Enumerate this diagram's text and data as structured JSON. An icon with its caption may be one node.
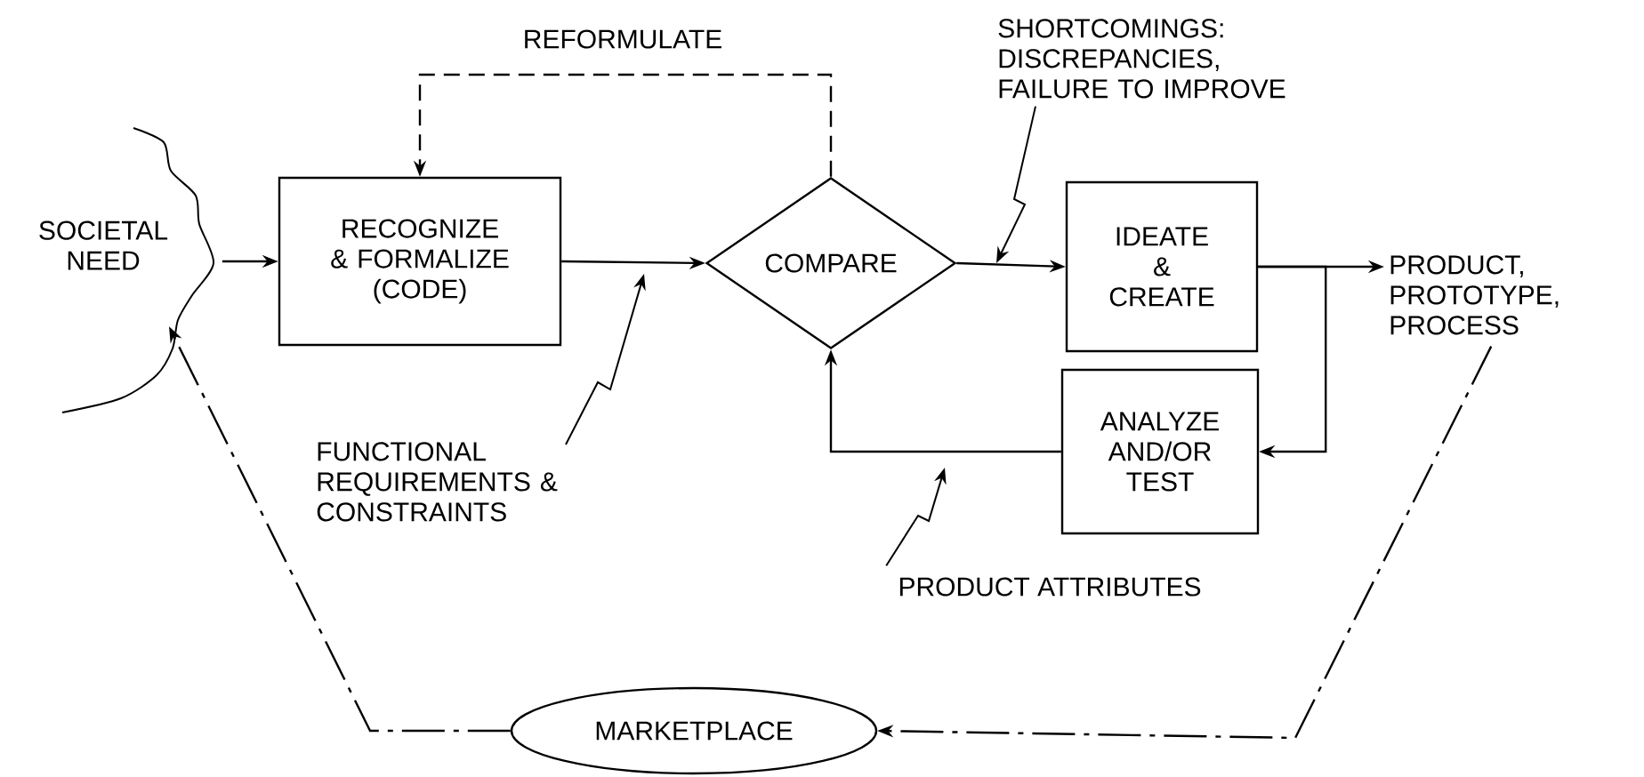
{
  "diagram": {
    "nodes": [
      {
        "text": [
          "SOCIETAL NEED"
        ]
      },
      {
        "text": [
          "RECOGNIZE & FORMALIZE (CODE)"
        ]
      },
      {
        "text": [
          "COMPARE"
        ]
      },
      {
        "text": [
          "IDEATE & CREATE"
        ]
      },
      {
        "text": [
          "ANALYZE AND/OR TEST"
        ]
      },
      {
        "text": [
          "PRODUCT, PROTOTYPE, PROCESS"
        ]
      },
      {
        "text": [
          "MARKETPLACE"
        ]
      },
      {
        "text": [
          "FUNCTIONAL REQUIREMENTS & CONSTRAINTS"
        ]
      },
      {
        "text": [
          "SHORTCOMINGS: DISCREPANCIES, FAILURE TO IMPROVE"
        ]
      },
      {
        "text": [
          "PRODUCT ATTRIBUTES"
        ]
      }
    ],
    "edges": [
      {
        "from": 0,
        "to": 1,
        "arrow": "to"
      },
      {
        "from": 1,
        "to": 2,
        "arrow": "to"
      },
      {
        "from": 2,
        "to": 1,
        "arrow": "to",
        "label": "REFORMULATE",
        "style": "dashed"
      },
      {
        "from": 2,
        "to": 3,
        "arrow": "to"
      },
      {
        "from": 3,
        "to": 5,
        "arrow": "to"
      },
      {
        "from": 3,
        "to": 4,
        "arrow": "to"
      },
      {
        "from": 4,
        "to": 2,
        "arrow": "to"
      },
      {
        "from": 5,
        "to": 6,
        "arrow": "to",
        "style": "dashed"
      },
      {
        "from": 6,
        "to": 0,
        "arrow": "to",
        "style": "dashed"
      },
      {
        "from": 7,
        "to": null,
        "arrow": "to"
      },
      {
        "from": 8,
        "to": null,
        "arrow": "to"
      },
      {
        "from": 9,
        "to": null,
        "arrow": "to"
      }
    ]
  }
}
